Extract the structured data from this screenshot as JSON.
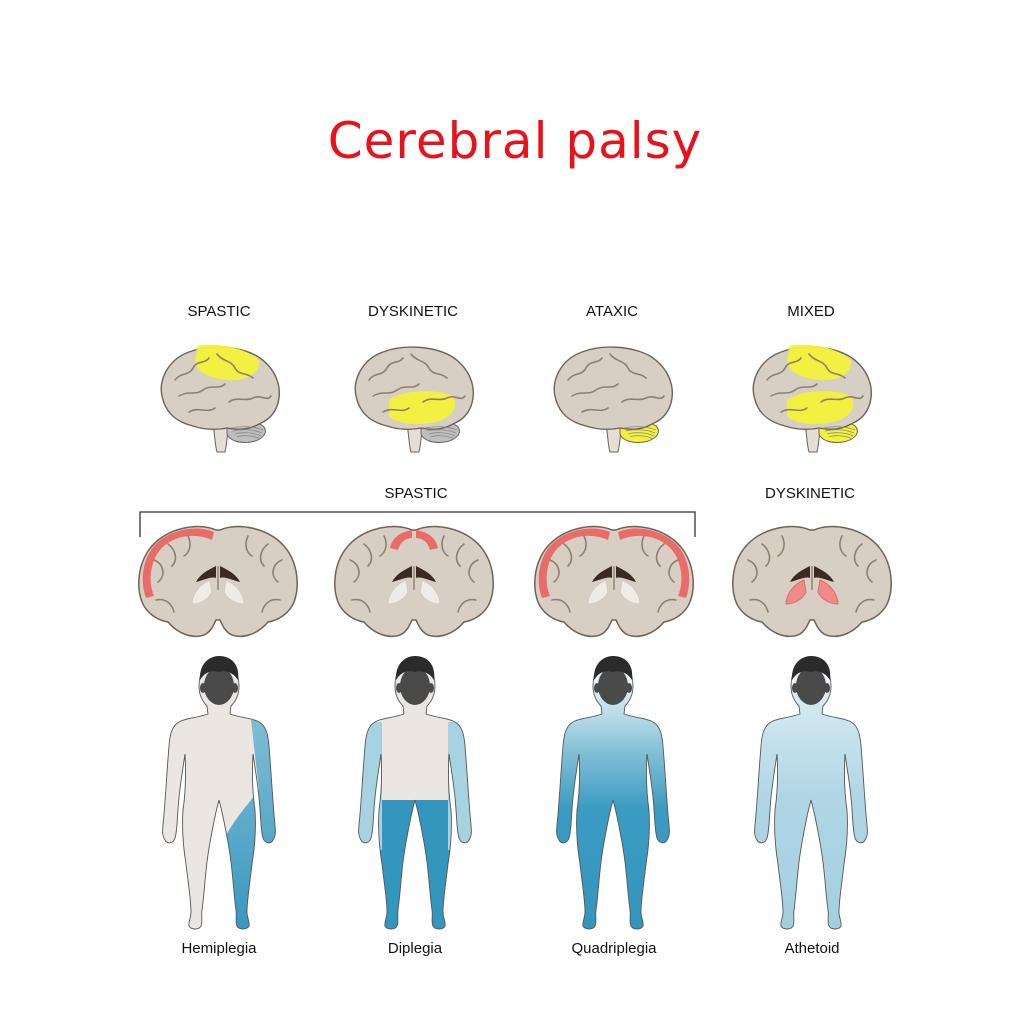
{
  "title": "Cerebral palsy",
  "colors": {
    "title": "#e8121b",
    "brain_fill": "#d8cfc4",
    "brain_outline": "#6f6258",
    "highlight_yellow": "#f3f13a",
    "cortex_red": "#ec5a5a",
    "basal_pink": "#f08a8a",
    "body_fill": "#ebe6e1",
    "affected_dark": "#3596bd",
    "affected_light": "#a7d2e2",
    "hair": "#2b2b2b",
    "face": "#4a4a4a"
  },
  "brain_types": [
    {
      "label": "SPASTIC",
      "region": "motor-cortex"
    },
    {
      "label": "DYSKINETIC",
      "region": "temporal-basal"
    },
    {
      "label": "ATAXIC",
      "region": "cerebellum"
    },
    {
      "label": "MIXED",
      "region": "multiple"
    }
  ],
  "groups": {
    "spastic": "SPASTIC",
    "dyskinetic": "DYSKINETIC"
  },
  "figures": [
    {
      "caption": "Hemiplegia",
      "affected": "one-side"
    },
    {
      "caption": "Diplegia",
      "affected": "legs"
    },
    {
      "caption": "Quadriplegia",
      "affected": "all-limbs"
    },
    {
      "caption": "Athetoid",
      "affected": "whole-body"
    }
  ]
}
